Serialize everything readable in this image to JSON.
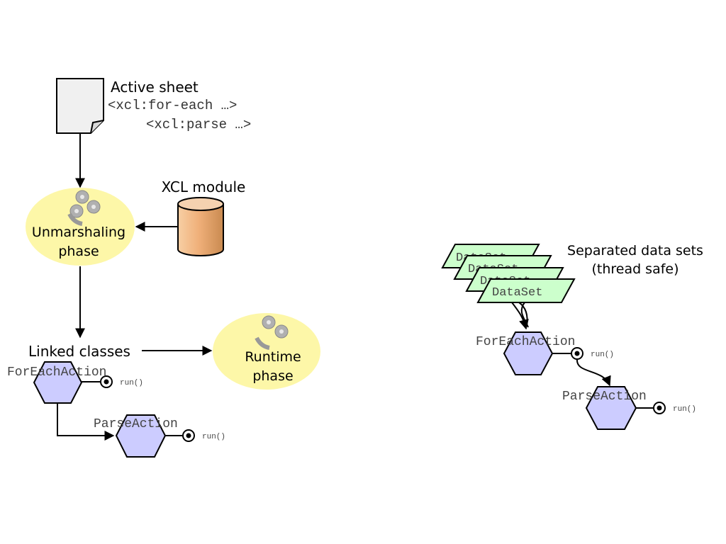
{
  "active_sheet": {
    "label": "Active sheet",
    "code_line_1": "<xcl:for-each …>",
    "code_line_2": "<xcl:parse …>"
  },
  "xcl_module": {
    "label": "XCL module"
  },
  "unmarshaling_phase": {
    "line_1": "Unmarshaling",
    "line_2": "phase"
  },
  "runtime_phase": {
    "line_1": "Runtime",
    "line_2": "phase"
  },
  "linked_classes": {
    "label": "Linked classes"
  },
  "left_classes": {
    "for_each": {
      "name": "ForEachAction",
      "method": "run()"
    },
    "parse": {
      "name": "ParseAction",
      "method": "run()"
    }
  },
  "right_side": {
    "caption_line_1": "Separated data sets",
    "caption_line_2": "(thread safe)",
    "datasets": [
      "DataSet",
      "DataSet",
      "DataSet",
      "DataSet"
    ],
    "for_each": {
      "name": "ForEachAction",
      "method": "run()"
    },
    "parse": {
      "name": "ParseAction",
      "method": "run()"
    }
  },
  "colors": {
    "phase_fill": "#fdf7a8",
    "hexagon_fill": "#ccccff",
    "dataset_fill": "#ccffcc",
    "sheet_fill": "#f0f0f0",
    "cylinder_fill": "#f0b07a",
    "gear_fill": "#b0b0b0"
  }
}
